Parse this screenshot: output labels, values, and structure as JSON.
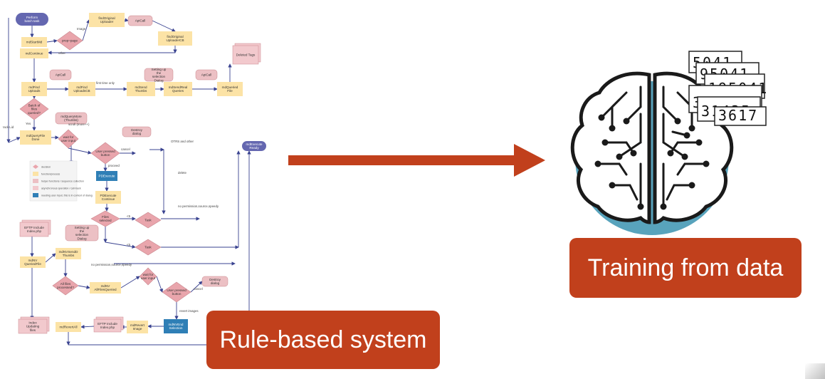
{
  "flowchart": {
    "nodes": [
      {
        "id": "start",
        "text": "Perform batch task",
        "kind": "terminal"
      },
      {
        "id": "n1",
        "text": "mdStartMd",
        "kind": "process"
      },
      {
        "id": "d1",
        "text": "prop=page",
        "kind": "decision"
      },
      {
        "id": "n2",
        "text": "findOriginal Uploader",
        "kind": "process"
      },
      {
        "id": "h1",
        "text": "ApiCall",
        "kind": "helper"
      },
      {
        "id": "n3",
        "text": "findOriginal UploaderCB",
        "kind": "process"
      },
      {
        "id": "n4",
        "text": "mdContinue",
        "kind": "process"
      },
      {
        "id": "c1",
        "text": "Deleted Tags",
        "kind": "doc"
      },
      {
        "id": "n5",
        "text": "mdFind Uploads",
        "kind": "process"
      },
      {
        "id": "h2",
        "text": "ApiCall",
        "kind": "helper"
      },
      {
        "id": "n6",
        "text": "mdFind UploadsCB",
        "kind": "process"
      },
      {
        "id": "n7",
        "text": "mdSend Thumbs",
        "kind": "process"
      },
      {
        "id": "h3",
        "text": "Setting up the selection Dialog",
        "kind": "helper"
      },
      {
        "id": "n8",
        "text": "mdSendReal Queries",
        "kind": "process"
      },
      {
        "id": "h4",
        "text": "ApiCall",
        "kind": "helper"
      },
      {
        "id": "n9",
        "text": "mdQueried File",
        "kind": "process"
      },
      {
        "id": "d2",
        "text": "Batch of files queried?",
        "kind": "decision"
      },
      {
        "id": "n10",
        "text": "mdQueryMore (Thumbs)",
        "kind": "helper"
      },
      {
        "id": "n11",
        "text": "mdQueryFile Done",
        "kind": "process"
      },
      {
        "id": "d3",
        "text": "wait for user input",
        "kind": "decision"
      },
      {
        "id": "h5",
        "text": "Destroy dialog",
        "kind": "helper"
      },
      {
        "id": "d4",
        "text": "User pressed button",
        "kind": "decision"
      },
      {
        "id": "t2",
        "text": "mdExecute Ready",
        "kind": "terminal"
      },
      {
        "id": "n12",
        "text": "PDExecute",
        "kind": "io"
      },
      {
        "id": "n13",
        "text": "PDExecute Continue",
        "kind": "process"
      },
      {
        "id": "d5",
        "text": "Files selected",
        "kind": "decision"
      },
      {
        "id": "d6",
        "text": "Task",
        "kind": "decision"
      },
      {
        "id": "d7",
        "text": "Task",
        "kind": "decision"
      },
      {
        "id": "c2",
        "text": "EFTP Include Index.php",
        "kind": "doc"
      },
      {
        "id": "h6",
        "text": "Setting up the selection Dialog",
        "kind": "helper"
      },
      {
        "id": "n14",
        "text": "mdNV QueriedFile",
        "kind": "process"
      },
      {
        "id": "n15",
        "text": "mdNVSendD Thumbs",
        "kind": "process"
      },
      {
        "id": "d8",
        "text": "All files processed?",
        "kind": "decision"
      },
      {
        "id": "n16",
        "text": "mdNV AllFilesQueried",
        "kind": "process"
      },
      {
        "id": "d9",
        "text": "wait for user input",
        "kind": "decision"
      },
      {
        "id": "h7",
        "text": "Destroy dialog",
        "kind": "helper"
      },
      {
        "id": "d10",
        "text": "User pressed button",
        "kind": "decision"
      },
      {
        "id": "c3",
        "text": "Index Updating files",
        "kind": "doc"
      },
      {
        "id": "n17",
        "text": "mdRevertAll",
        "kind": "process"
      },
      {
        "id": "c4",
        "text": "EFTP Include Index.php",
        "kind": "doc"
      },
      {
        "id": "n18",
        "text": "mdRevert Image",
        "kind": "process"
      },
      {
        "id": "n19",
        "text": "mdNVEnd Selection",
        "kind": "io"
      }
    ],
    "edge_labels": [
      "Image",
      "other",
      "first time only",
      "Yes",
      "scroll (more++)",
      "cancel",
      "proceed",
      "OTRS and other",
      "delete",
      "no permission,source,speedy",
      "<5",
      "<5",
      "no permission,source,speedy",
      "cancel",
      "revert images",
      "!ack Lid"
    ],
    "legend": [
      "decision",
      "function/process",
      "helper functions / sequence collection",
      "asynchronous operation / call-back",
      "needing user input, this is in context of dialog"
    ],
    "colors": {
      "process": "#fce3a6",
      "decision": "#e9a5ac",
      "helper": "#ecc0c4",
      "io": "#2f7fb6",
      "terminal": "#6467b0",
      "doc": "#f2c9cd",
      "line": "#3a4390"
    }
  },
  "arrow": {
    "color": "#c1401c"
  },
  "brain_icon": {
    "name": "brain-circuit-icon",
    "bg": "#58a3bc",
    "outline": "#1a1a1a"
  },
  "digit_cards": [
    {
      "digits": "5041"
    },
    {
      "digits": "95041"
    },
    {
      "digits": "195041"
    },
    {
      "digits": "3192131"
    },
    {
      "digits": "31435"
    },
    {
      "digits": "3617"
    }
  ],
  "labels": {
    "rule_based": "Rule-based system",
    "training": "Training from data"
  }
}
